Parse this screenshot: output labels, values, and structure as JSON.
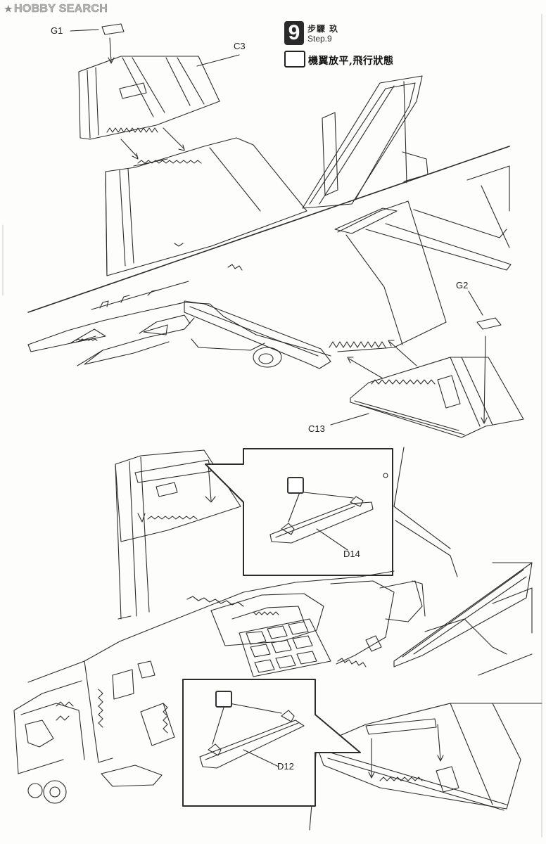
{
  "watermark": {
    "logo_mark": "★",
    "brand_text": "HOBBY SEARCH"
  },
  "step": {
    "number": "9",
    "title_zh": "步驟 玖",
    "title_en": "Step.9",
    "note_icon": "swap-arrows-icon",
    "note": "機翼放平,飛行狀態"
  },
  "parts": {
    "g1": "G1",
    "c3": "C3",
    "g2": "G2",
    "c13": "C13",
    "d14": "D14",
    "d12": "D12"
  },
  "icons": {
    "glue": "cement-glue-icon"
  },
  "colors": {
    "line": "#2b2b2b",
    "paper": "#fdfdfc",
    "badge": "#2a2a2a"
  }
}
